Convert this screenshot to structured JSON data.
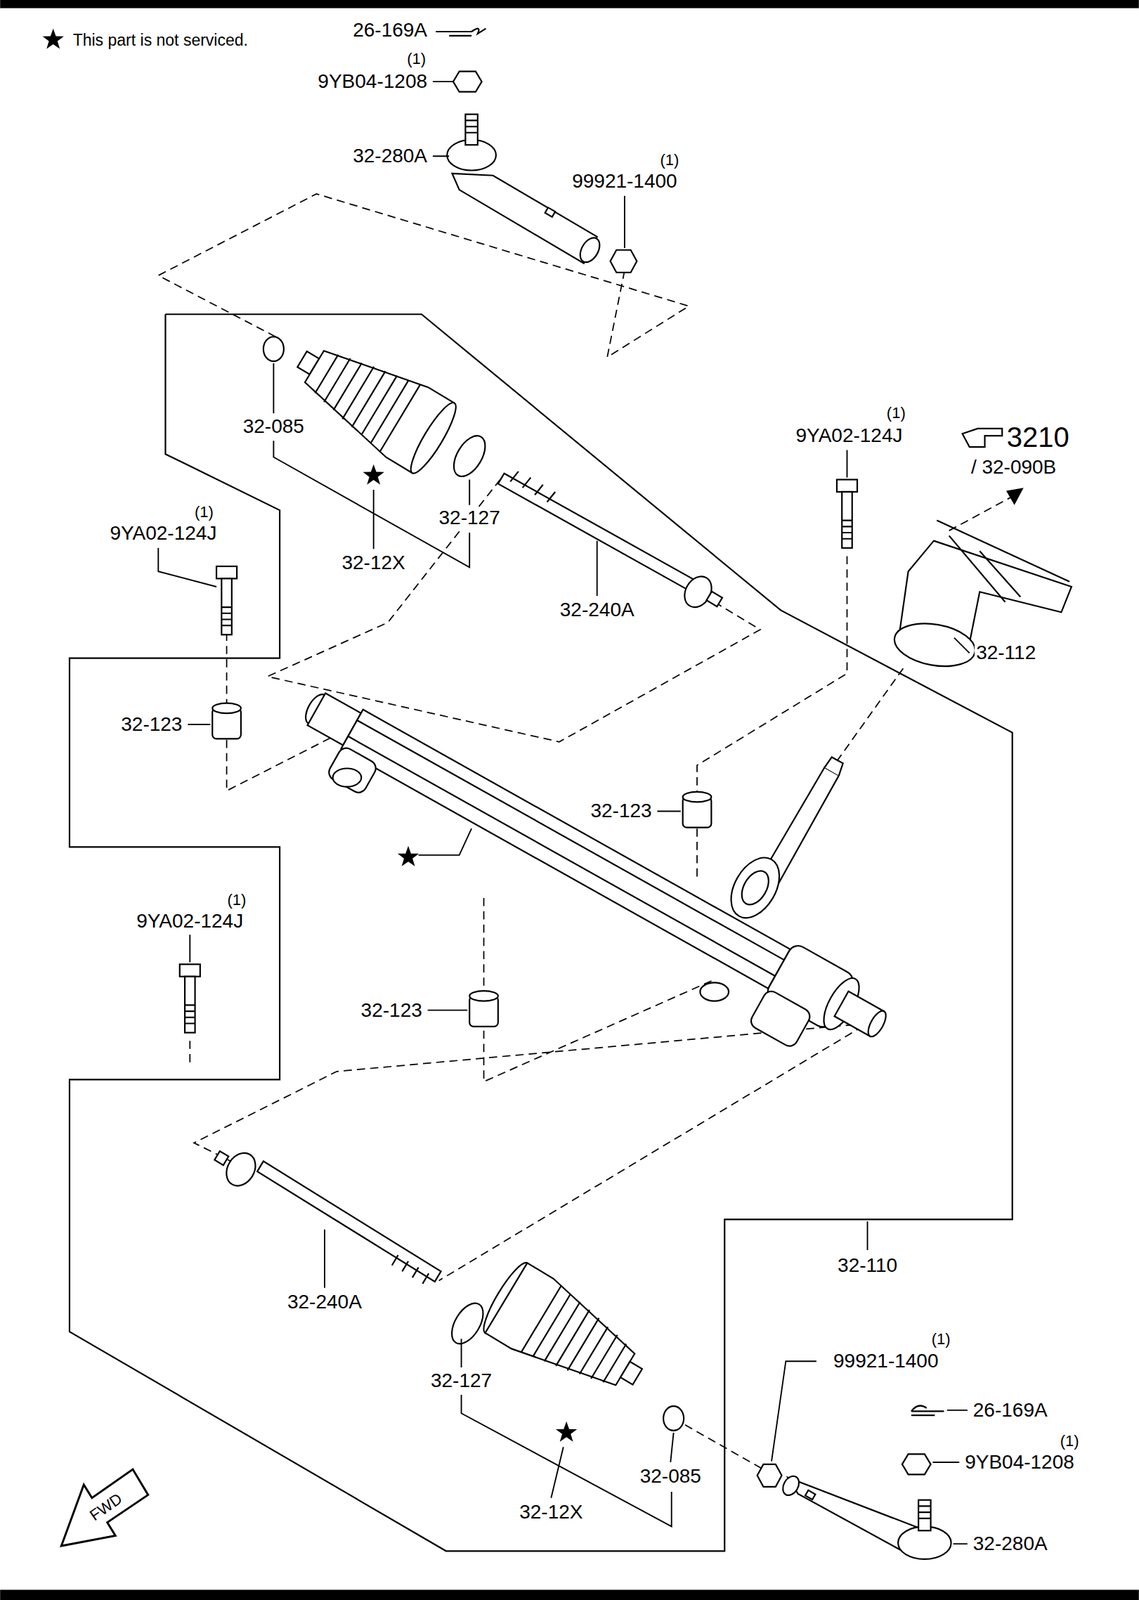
{
  "diagram": {
    "labels": [
      "26-169A",
      "(1)",
      "9YB04-1208",
      "32-280A",
      "(1)",
      "99921-1400",
      "32-085",
      "32-127",
      "32-12X",
      "32-240A",
      "(1)",
      "9YA02-124J",
      "3210",
      "/ 32-090B",
      "32-112",
      "(1)",
      "9YA02-124J",
      "32-123",
      "32-123",
      "(1)",
      "9YA02-124J",
      "32-123",
      "32-240A",
      "32-110",
      "32-127",
      "(1)",
      "99921-1400",
      "26-169A",
      "(1)",
      "9YB04-1208",
      "32-12X",
      "32-085",
      "32-280A",
      "FWD"
    ],
    "legend": [
      {
        "text": "This part is not serviced."
      }
    ]
  }
}
